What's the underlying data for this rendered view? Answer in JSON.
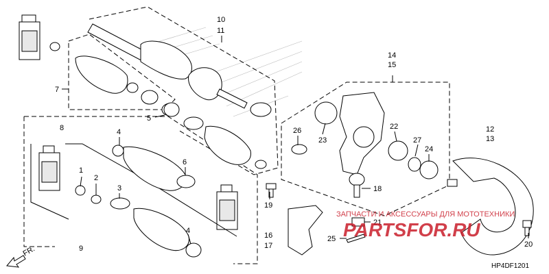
{
  "callouts": {
    "c1": "1",
    "c2": "2",
    "c3": "3",
    "c4a": "4",
    "c4b": "4",
    "c5": "5",
    "c6": "6",
    "c7": "7",
    "c8": "8",
    "c9": "9",
    "c10": "10",
    "c11": "11",
    "c12": "12",
    "c13": "13",
    "c14": "14",
    "c15": "15",
    "c16": "16",
    "c17": "17",
    "c18": "18",
    "c19": "19",
    "c20": "20",
    "c21": "21",
    "c22": "22",
    "c23": "23",
    "c24": "24",
    "c25": "25",
    "c26": "26",
    "c27": "27"
  },
  "direction_label": "FR.",
  "diagram_code": "HP4DF1201",
  "watermark": {
    "text": "ЗАПЧАСТИ И АКСЕССУАРЫ ДЛЯ МОТОТЕХНИКИ",
    "brand": "PARTSFOR.RU"
  },
  "colors": {
    "line": "#000000",
    "watermark": "#c91e2b",
    "shade": "#bbbbbb"
  }
}
